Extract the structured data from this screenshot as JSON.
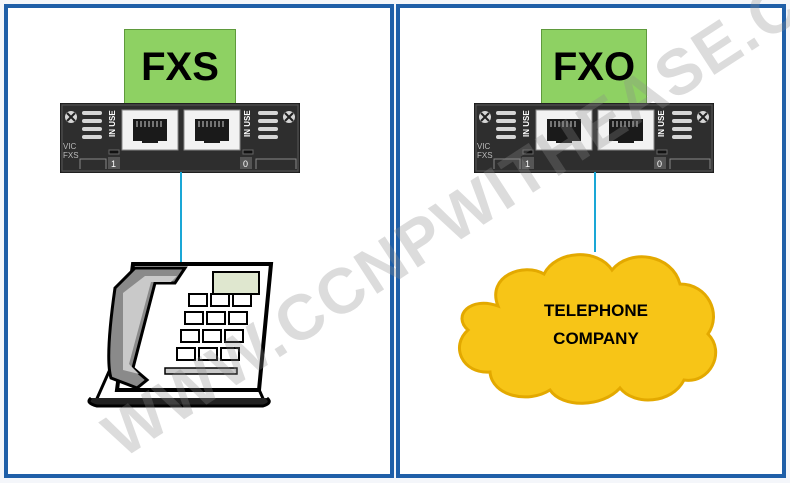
{
  "left_panel": {
    "label": "FXS",
    "card": {
      "in_use_left": "IN USE",
      "in_use_right": "IN USE",
      "vic_line1": "VIC",
      "vic_line2": "FXS",
      "port_left_number": "1",
      "port_right_number": "0"
    },
    "device": "desk-telephone"
  },
  "right_panel": {
    "label": "FXO",
    "card": {
      "in_use_left": "IN USE",
      "in_use_right": "IN USE",
      "vic_line1": "VIC",
      "vic_line2": "FXS",
      "port_left_number": "1",
      "port_right_number": "0"
    },
    "cloud": {
      "line1": "TELEPHONE",
      "line2": "COMPANY"
    }
  },
  "watermark": "WWW.CCNPWITHEASE.COM",
  "colors": {
    "border": "#1f5fa8",
    "label_fill": "#8ed163",
    "cable": "#1aa7d6",
    "cloud_fill": "#f7c517",
    "cloud_stroke": "#e3a900",
    "card_body": "#2e2e2e"
  }
}
